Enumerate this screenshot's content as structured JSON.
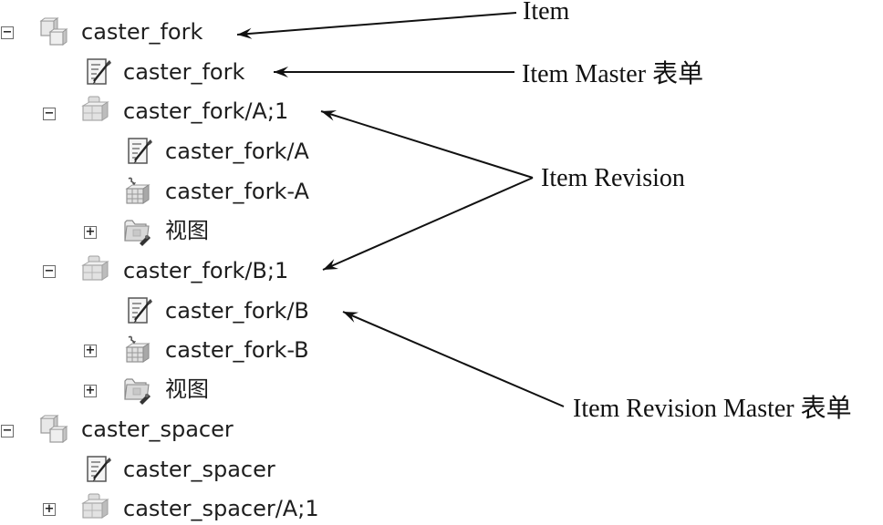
{
  "tree": {
    "nodes": [
      {
        "label": "caster_fork",
        "type": "item",
        "toggle": "-",
        "level": 0
      },
      {
        "label": "caster_fork",
        "type": "form",
        "toggle": "",
        "level": 1
      },
      {
        "label": "caster_fork/A;1",
        "type": "item-revision",
        "toggle": "-",
        "level": 1
      },
      {
        "label": "caster_fork/A",
        "type": "form",
        "toggle": "",
        "level": 2
      },
      {
        "label": "caster_fork-A",
        "type": "dataset",
        "toggle": "",
        "level": 2
      },
      {
        "label": "视图",
        "type": "folder",
        "toggle": "+",
        "level": 2
      },
      {
        "label": "caster_fork/B;1",
        "type": "item-revision",
        "toggle": "-",
        "level": 1
      },
      {
        "label": "caster_fork/B",
        "type": "form",
        "toggle": "",
        "level": 2
      },
      {
        "label": "caster_fork-B",
        "type": "dataset",
        "toggle": "+",
        "level": 2
      },
      {
        "label": "视图",
        "type": "folder",
        "toggle": "+",
        "level": 2
      },
      {
        "label": "caster_spacer",
        "type": "item",
        "toggle": "-",
        "level": 0
      },
      {
        "label": "caster_spacer",
        "type": "form",
        "toggle": "",
        "level": 1
      },
      {
        "label": "caster_spacer/A;1",
        "type": "item-revision",
        "toggle": "+",
        "level": 1
      }
    ]
  },
  "annotations": {
    "item": "Item",
    "item_master": "Item Master 表单",
    "item_revision": "Item Revision",
    "item_revision_master": "Item Revision Master 表单"
  },
  "colors": {
    "text": "#1e1e1e",
    "arrow": "#111111",
    "icon_gray": "#b8b8b8"
  }
}
